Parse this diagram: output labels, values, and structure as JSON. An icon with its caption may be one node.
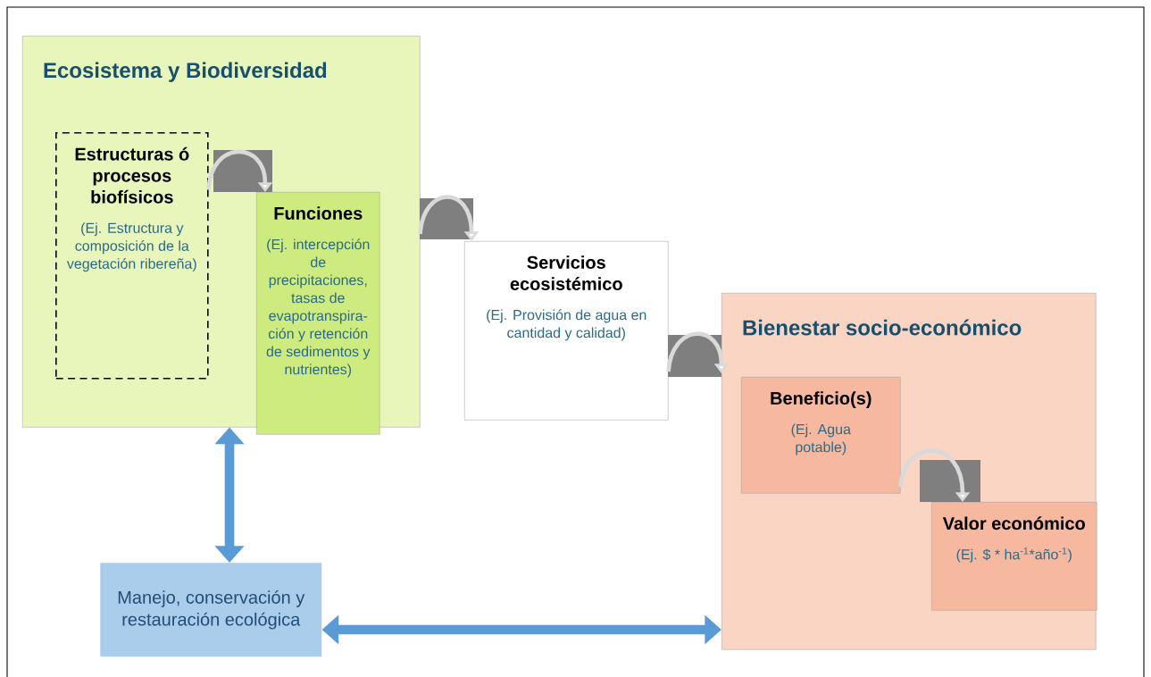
{
  "diagram": {
    "nodes": [
      {
        "text": [
          "Ecosistema y Biodiversidad"
        ]
      },
      {
        "text": [
          "Estructuras ó procesos biofísicos",
          "(Ej. Estructura y composición de la vegetación ribereña)"
        ],
        "in": 0
      },
      {
        "text": [
          "Funciones",
          "(Ej. intercepción de precipitaciones, tasas de evapotranspira-ción y retención de sedimentos y nutrientes)"
        ],
        "in": 0
      },
      {
        "text": [
          "Servicios ecosistémico",
          "(Ej. Provisión de agua en cantidad y calidad)"
        ]
      },
      {
        "text": [
          "Bienestar socio-económico"
        ]
      },
      {
        "text": [
          "Beneficio(s)",
          "(Ej. Agua potable)"
        ],
        "in": 4
      },
      {
        "text": [
          "Valor económico",
          "(Ej. $ * ha$^{-1}$*año$^{-1}$)"
        ],
        "in": 4
      },
      {
        "text": [
          "Manejo, conservación y restauración ecológica"
        ]
      }
    ],
    "edges": [
      {
        "from": 1,
        "to": 2,
        "arrow": "to"
      },
      {
        "from": 0,
        "to": 3,
        "arrow": "to"
      },
      {
        "from": 3,
        "to": 4,
        "arrow": "to"
      },
      {
        "from": 5,
        "to": 6,
        "arrow": "to"
      },
      {
        "from": 0,
        "to": 7,
        "arrow": "both",
        "style": "thick",
        "color": "#5b9bd5"
      },
      {
        "from": 7,
        "to": 4,
        "arrow": "both",
        "style": "thick",
        "color": "#5b9bd5"
      }
    ]
  }
}
